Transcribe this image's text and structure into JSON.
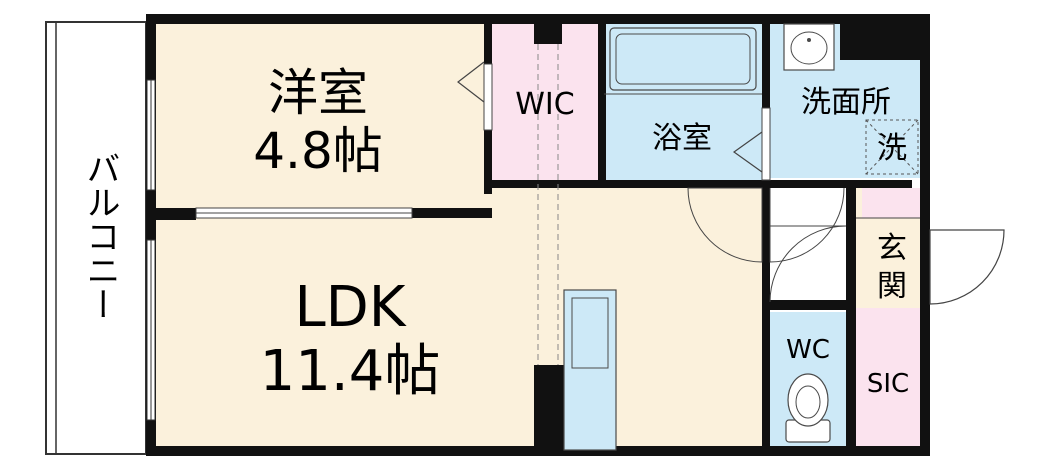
{
  "rooms": {
    "western": {
      "name": "洋室",
      "size": "4.8帖"
    },
    "ldk": {
      "name": "LDK",
      "size": "11.4帖"
    },
    "wic": {
      "name": "WIC"
    },
    "bath": {
      "name": "浴室"
    },
    "washroom": {
      "name": "洗面所",
      "washer_mark": "洗"
    },
    "entrance": {
      "line1": "玄",
      "line2": "関"
    },
    "wc": {
      "name": "WC"
    },
    "sic": {
      "name": "SIC"
    },
    "balcony": {
      "name": "バルコニー"
    }
  },
  "colors": {
    "wall": "#111111",
    "western_floor": "#fbf1dc",
    "ldk_floor": "#fbf1dc",
    "wic_floor": "#fbe3ee",
    "wet_area_floor": "#cde9f7",
    "sic_floor": "#fbe3ee",
    "entrance_floor": "#fbf1dc",
    "balcony_floor": "#ffffff",
    "fixture_stroke": "#4a4a4a"
  }
}
